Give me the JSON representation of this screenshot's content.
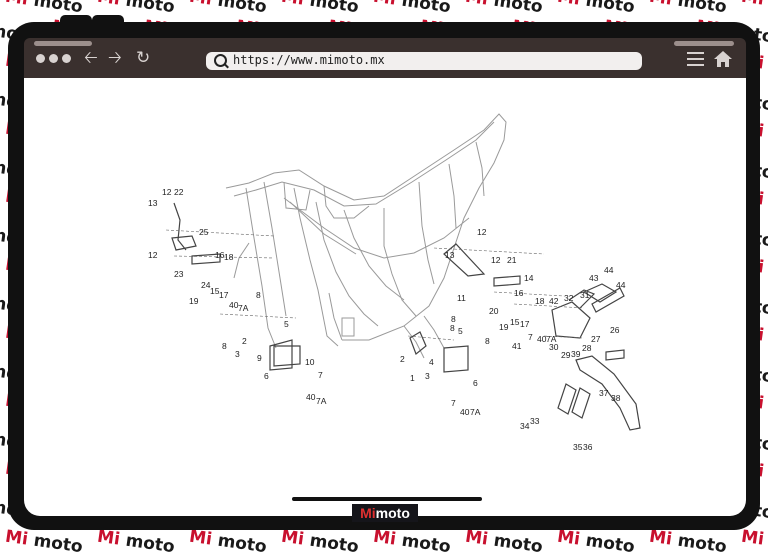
{
  "watermark": {
    "mi": "Mi",
    "moto": "moto"
  },
  "browser": {
    "url": "https://www.mimoto.mx",
    "icons": [
      "back-arrow-icon",
      "forward-arrow-icon",
      "reload-icon",
      "search-icon",
      "menu-icon",
      "home-icon"
    ]
  },
  "diagram": {
    "callouts": [
      "12",
      "22",
      "13",
      "12",
      "25",
      "16",
      "18",
      "23",
      "24",
      "15",
      "17",
      "19",
      "40",
      "7A",
      "8",
      "8",
      "2",
      "3",
      "5",
      "9",
      "10",
      "6",
      "7",
      "40",
      "7A",
      "12",
      "13",
      "12",
      "21",
      "14",
      "11",
      "20",
      "16",
      "18",
      "19",
      "15",
      "17",
      "7",
      "40",
      "7A",
      "8",
      "8",
      "5",
      "2",
      "1",
      "4",
      "3",
      "8",
      "41",
      "6",
      "7",
      "40",
      "7A",
      "42",
      "32",
      "31",
      "43",
      "44",
      "44",
      "26",
      "30",
      "29",
      "39",
      "28",
      "27",
      "37",
      "38",
      "34",
      "33",
      "35",
      "36"
    ]
  },
  "logo": {
    "mi": "Mi",
    "moto": "moto"
  },
  "colors": {
    "frame": "#111111",
    "browser_bar": "#3a302e",
    "brand_red": "#c8102e"
  }
}
